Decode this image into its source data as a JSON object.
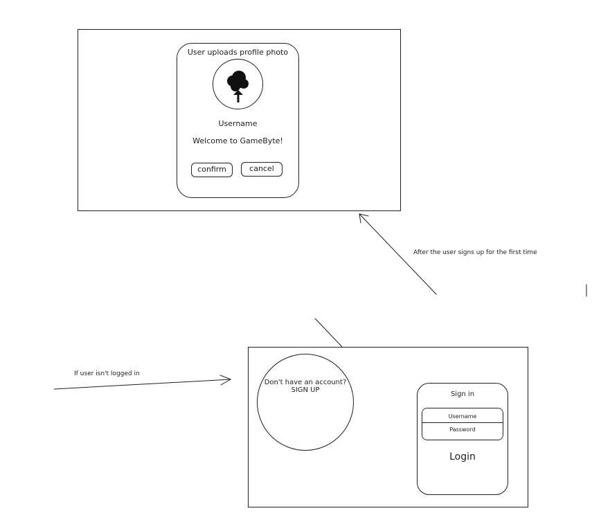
{
  "profile_screen": {
    "title": "User uploads profile photo",
    "avatar_icon": "cloud-upload-icon",
    "username": "Username",
    "welcome": "Welcome to GameByte!",
    "confirm_label": "confirm",
    "cancel_label": "cancel"
  },
  "login_screen": {
    "signup_prompt_line1": "Don't have an account?",
    "signup_prompt_line2": "SIGN UP",
    "sign_in_title": "Sign in",
    "username_placeholder": "Username",
    "password_placeholder": "Password",
    "login_label": "Login"
  },
  "annotations": {
    "after_signup": "After the user signs up for the first time",
    "not_logged_in": "If user isn't logged in"
  }
}
